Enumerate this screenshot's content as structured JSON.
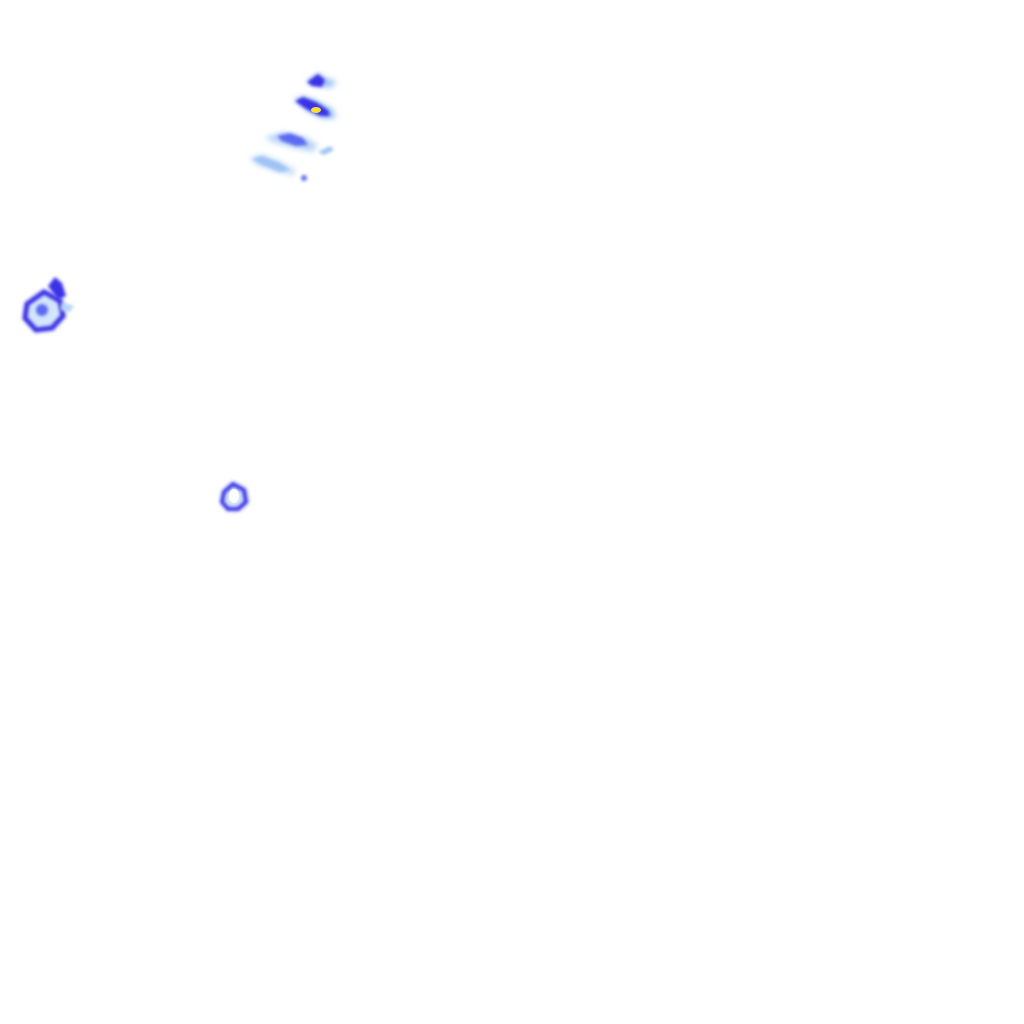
{
  "background": "#ffffff",
  "palette": {
    "deep_blue": "#3a32e6",
    "mid_blue": "#5b6af0",
    "light_blue": "#9fc3f5",
    "pale_blue": "#d4e6fb",
    "yellow": "#f5e12a"
  },
  "shapes": [
    {
      "name": "streak-top-arrow",
      "kind": "blob"
    },
    {
      "name": "streak-yellow-core",
      "kind": "blob"
    },
    {
      "name": "streak-middle",
      "kind": "blob"
    },
    {
      "name": "streak-bottom",
      "kind": "blob"
    },
    {
      "name": "square-blob-left",
      "kind": "blob"
    },
    {
      "name": "small-blob-center",
      "kind": "blob"
    }
  ]
}
